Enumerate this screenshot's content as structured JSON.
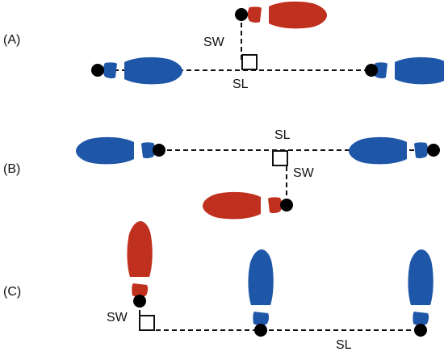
{
  "panels": [
    {
      "label": "(A)",
      "sw_label": "SW",
      "sl_label": "SL"
    },
    {
      "label": "(B)",
      "sw_label": "SW",
      "sl_label": "SL"
    },
    {
      "label": "(C)",
      "sw_label": "SW",
      "sl_label": "SL"
    }
  ],
  "colors": {
    "left_foot": "#1f57a8",
    "right_foot": "#c0301e",
    "marker": "#000000",
    "line": "#111111",
    "background": "#ffffff"
  }
}
